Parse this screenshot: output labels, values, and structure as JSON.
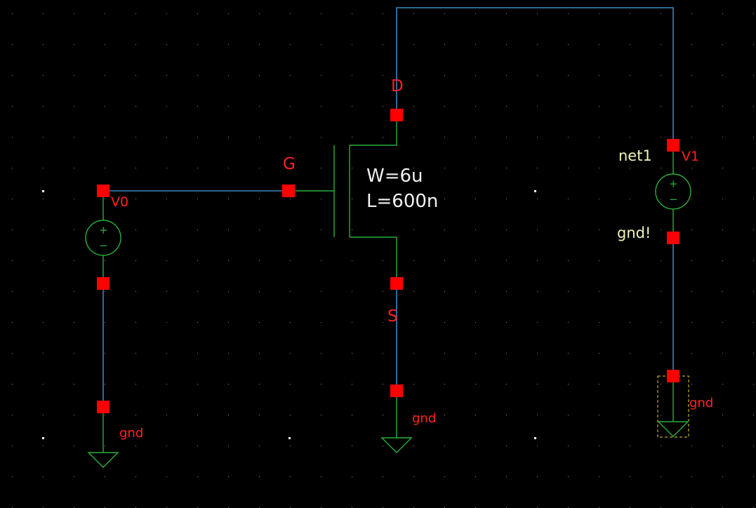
{
  "schematic": {
    "background": "#000000",
    "wire_color": "#4aa3e0",
    "symbol_color": "#27b03a",
    "pin_color": "#ff0000",
    "label_color": "#ff2020",
    "net_label_color": "#f2f2b8",
    "selection_color": "#e8d020",
    "transistor": {
      "drain_label": "D",
      "gate_label": "G",
      "source_label": "S",
      "width_param": "W=6u",
      "length_param": "L=600n"
    },
    "source_v0": {
      "name": "V0",
      "plus": "+",
      "minus": "−",
      "ground_label": "gnd"
    },
    "source_v1": {
      "name": "V1",
      "plus": "+",
      "minus": "−",
      "net_top": "net1",
      "net_bottom": "gnd!",
      "ground_label": "gnd"
    },
    "source_ground_label": "gnd"
  }
}
